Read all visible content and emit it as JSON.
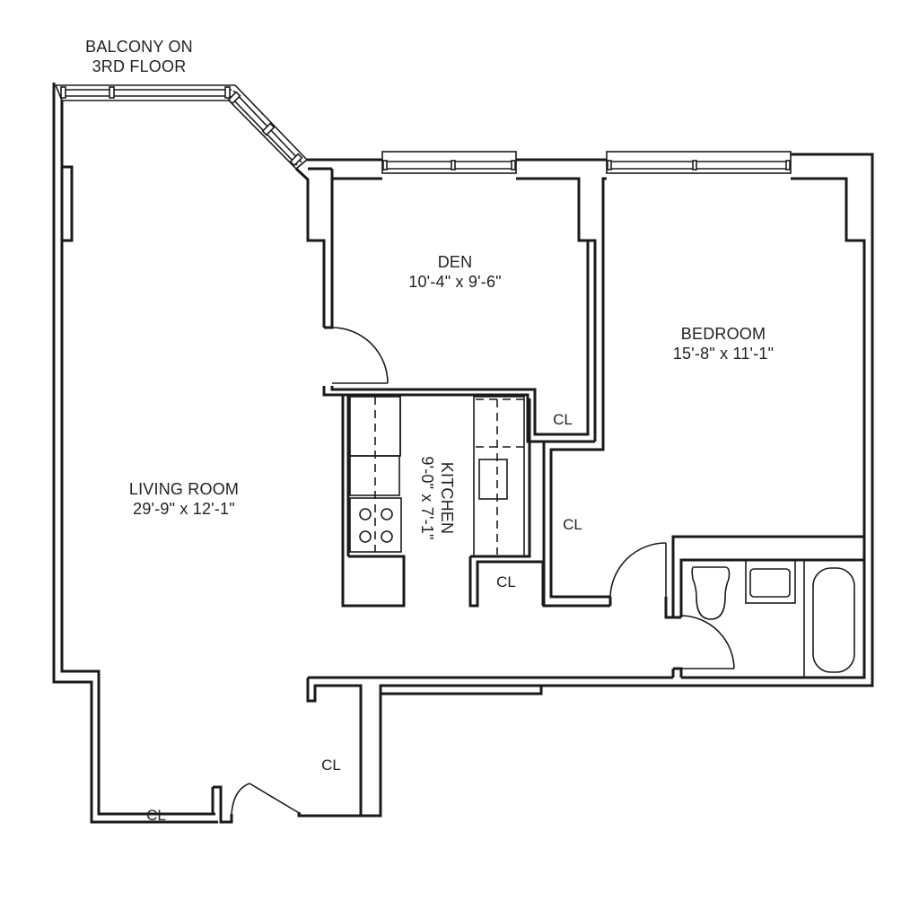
{
  "plan": {
    "balcony_note": {
      "line1": "BALCONY ON",
      "line2": "3RD FLOOR"
    },
    "rooms": {
      "den": {
        "name": "DEN",
        "dimensions": "10'-4\" x 9'-6\""
      },
      "bedroom": {
        "name": "BEDROOM",
        "dimensions": "15'-8\" x 11'-1\""
      },
      "living_room": {
        "name": "LIVING ROOM",
        "dimensions": "29'-9\" x 12'-1\""
      },
      "kitchen": {
        "name": "KITCHEN",
        "dimensions": "9'-0\" x 7'-1\""
      }
    },
    "closets": [
      {
        "label": "CL",
        "location": "den"
      },
      {
        "label": "CL",
        "location": "hall-bedroom"
      },
      {
        "label": "CL",
        "location": "kitchen"
      },
      {
        "label": "CL",
        "location": "entry-right"
      },
      {
        "label": "CL",
        "location": "entry-left"
      }
    ],
    "fixtures": [
      "toilet",
      "sink",
      "bathtub",
      "stove",
      "kitchen-sink"
    ],
    "colors": {
      "line": "#1a1a1a",
      "background": "#ffffff",
      "text": "#222222"
    }
  }
}
